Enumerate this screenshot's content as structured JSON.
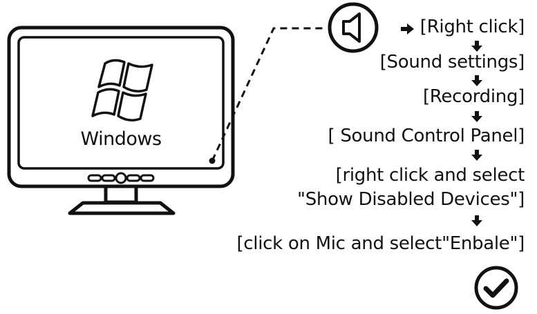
{
  "brand_label": "Windows",
  "steps": [
    "[Right click]",
    "[Sound settings]",
    "[Recording]",
    "[ Sound Control Panel]",
    "[right click and select",
    "\"Show Disabled Devices\"]",
    "[click on Mic and select\"Enbale\"]"
  ],
  "icons": {
    "speaker": "speaker-icon",
    "check": "check-circle-icon",
    "logo": "windows-logo-icon",
    "monitor": "monitor-icon"
  },
  "colors": {
    "ink": "#111111",
    "background": "#ffffff"
  }
}
